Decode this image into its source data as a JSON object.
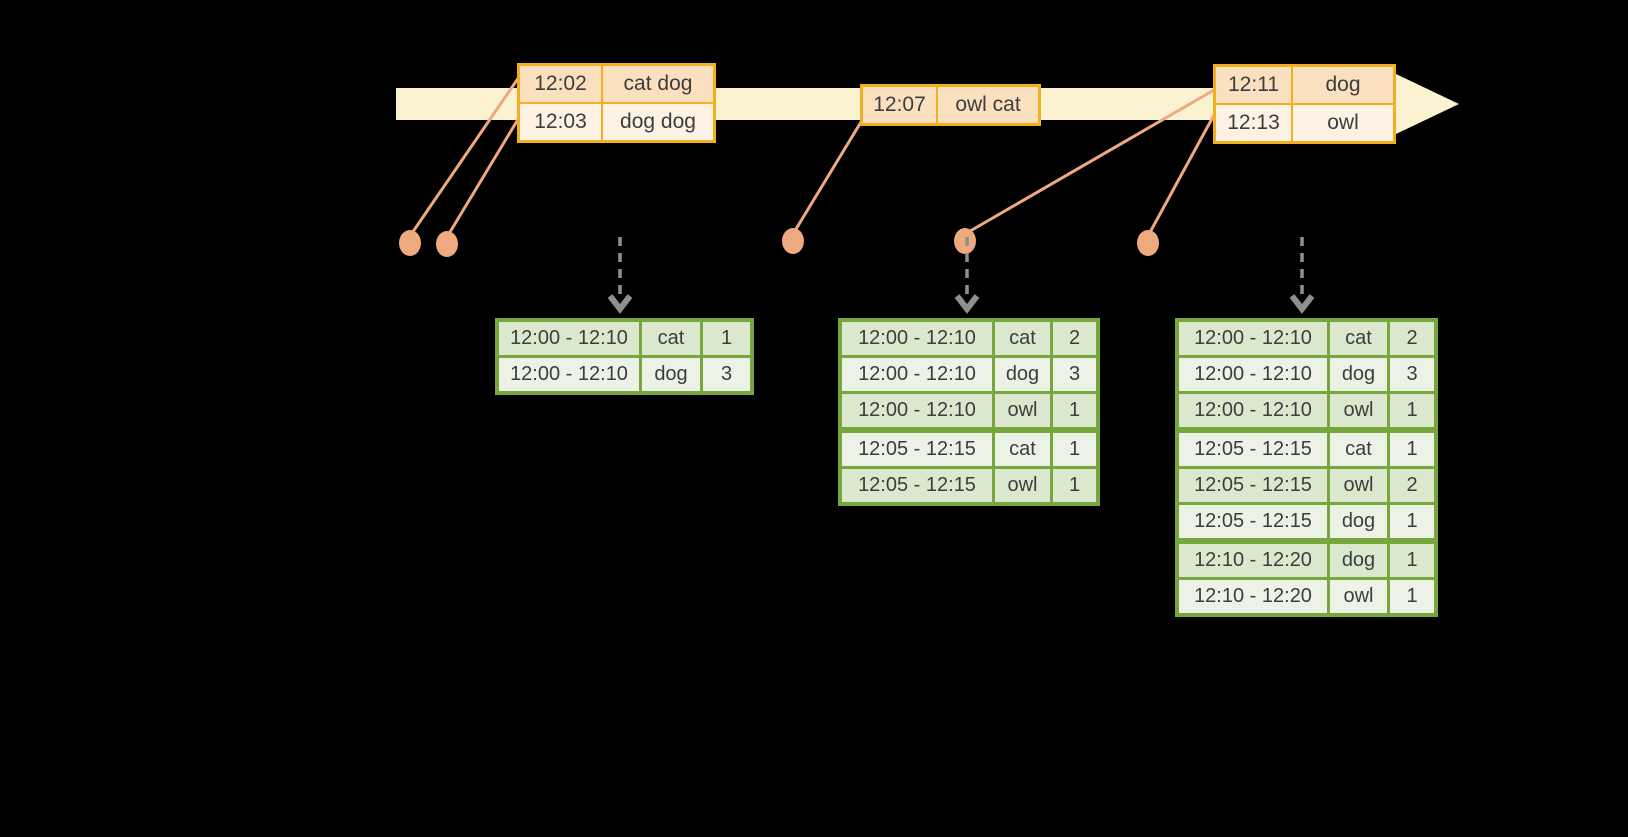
{
  "colors": {
    "background": "#000000",
    "timeline_band": "#FBF2D2",
    "event_border": "#F2B01E",
    "event_row_dark": "#FAE0BE",
    "event_row_light": "#FDF2E3",
    "dot_line": "#EFA97E",
    "dashed_arrow": "#8F8F8F",
    "result_border": "#76A73C",
    "result_row_dark": "#DCE8CE",
    "result_row_light": "#EDF2E6",
    "text": "#3D3D3D"
  },
  "timeline": {
    "events": [
      {
        "rows": [
          {
            "time": "12:02",
            "words": "cat dog",
            "shade": "dark"
          },
          {
            "time": "12:03",
            "words": "dog dog",
            "shade": "light"
          }
        ]
      },
      {
        "rows": [
          {
            "time": "12:07",
            "words": "owl cat",
            "shade": "dark"
          }
        ]
      },
      {
        "rows": [
          {
            "time": "12:11",
            "words": "dog",
            "shade": "dark"
          },
          {
            "time": "12:13",
            "words": "owl",
            "shade": "light"
          }
        ]
      }
    ]
  },
  "result_tables": [
    {
      "rows": [
        {
          "window": "12:00 - 12:10",
          "word": "cat",
          "count": "1",
          "shade": "dark"
        },
        {
          "window": "12:00 - 12:10",
          "word": "dog",
          "count": "3",
          "shade": "light"
        }
      ]
    },
    {
      "rows": [
        {
          "window": "12:00 - 12:10",
          "word": "cat",
          "count": "2",
          "shade": "dark"
        },
        {
          "window": "12:00 - 12:10",
          "word": "dog",
          "count": "3",
          "shade": "light"
        },
        {
          "window": "12:00 - 12:10",
          "word": "owl",
          "count": "1",
          "shade": "dark"
        },
        {
          "window": "12:05 - 12:15",
          "word": "cat",
          "count": "1",
          "shade": "light",
          "group_start": true
        },
        {
          "window": "12:05 - 12:15",
          "word": "owl",
          "count": "1",
          "shade": "dark"
        }
      ]
    },
    {
      "rows": [
        {
          "window": "12:00 - 12:10",
          "word": "cat",
          "count": "2",
          "shade": "dark"
        },
        {
          "window": "12:00 - 12:10",
          "word": "dog",
          "count": "3",
          "shade": "light"
        },
        {
          "window": "12:00 - 12:10",
          "word": "owl",
          "count": "1",
          "shade": "dark"
        },
        {
          "window": "12:05 - 12:15",
          "word": "cat",
          "count": "1",
          "shade": "light",
          "group_start": true
        },
        {
          "window": "12:05 - 12:15",
          "word": "owl",
          "count": "2",
          "shade": "dark"
        },
        {
          "window": "12:05 - 12:15",
          "word": "dog",
          "count": "1",
          "shade": "light"
        },
        {
          "window": "12:10 - 12:20",
          "word": "dog",
          "count": "1",
          "shade": "dark",
          "group_start": true
        },
        {
          "window": "12:10 - 12:20",
          "word": "owl",
          "count": "1",
          "shade": "light"
        }
      ]
    }
  ]
}
